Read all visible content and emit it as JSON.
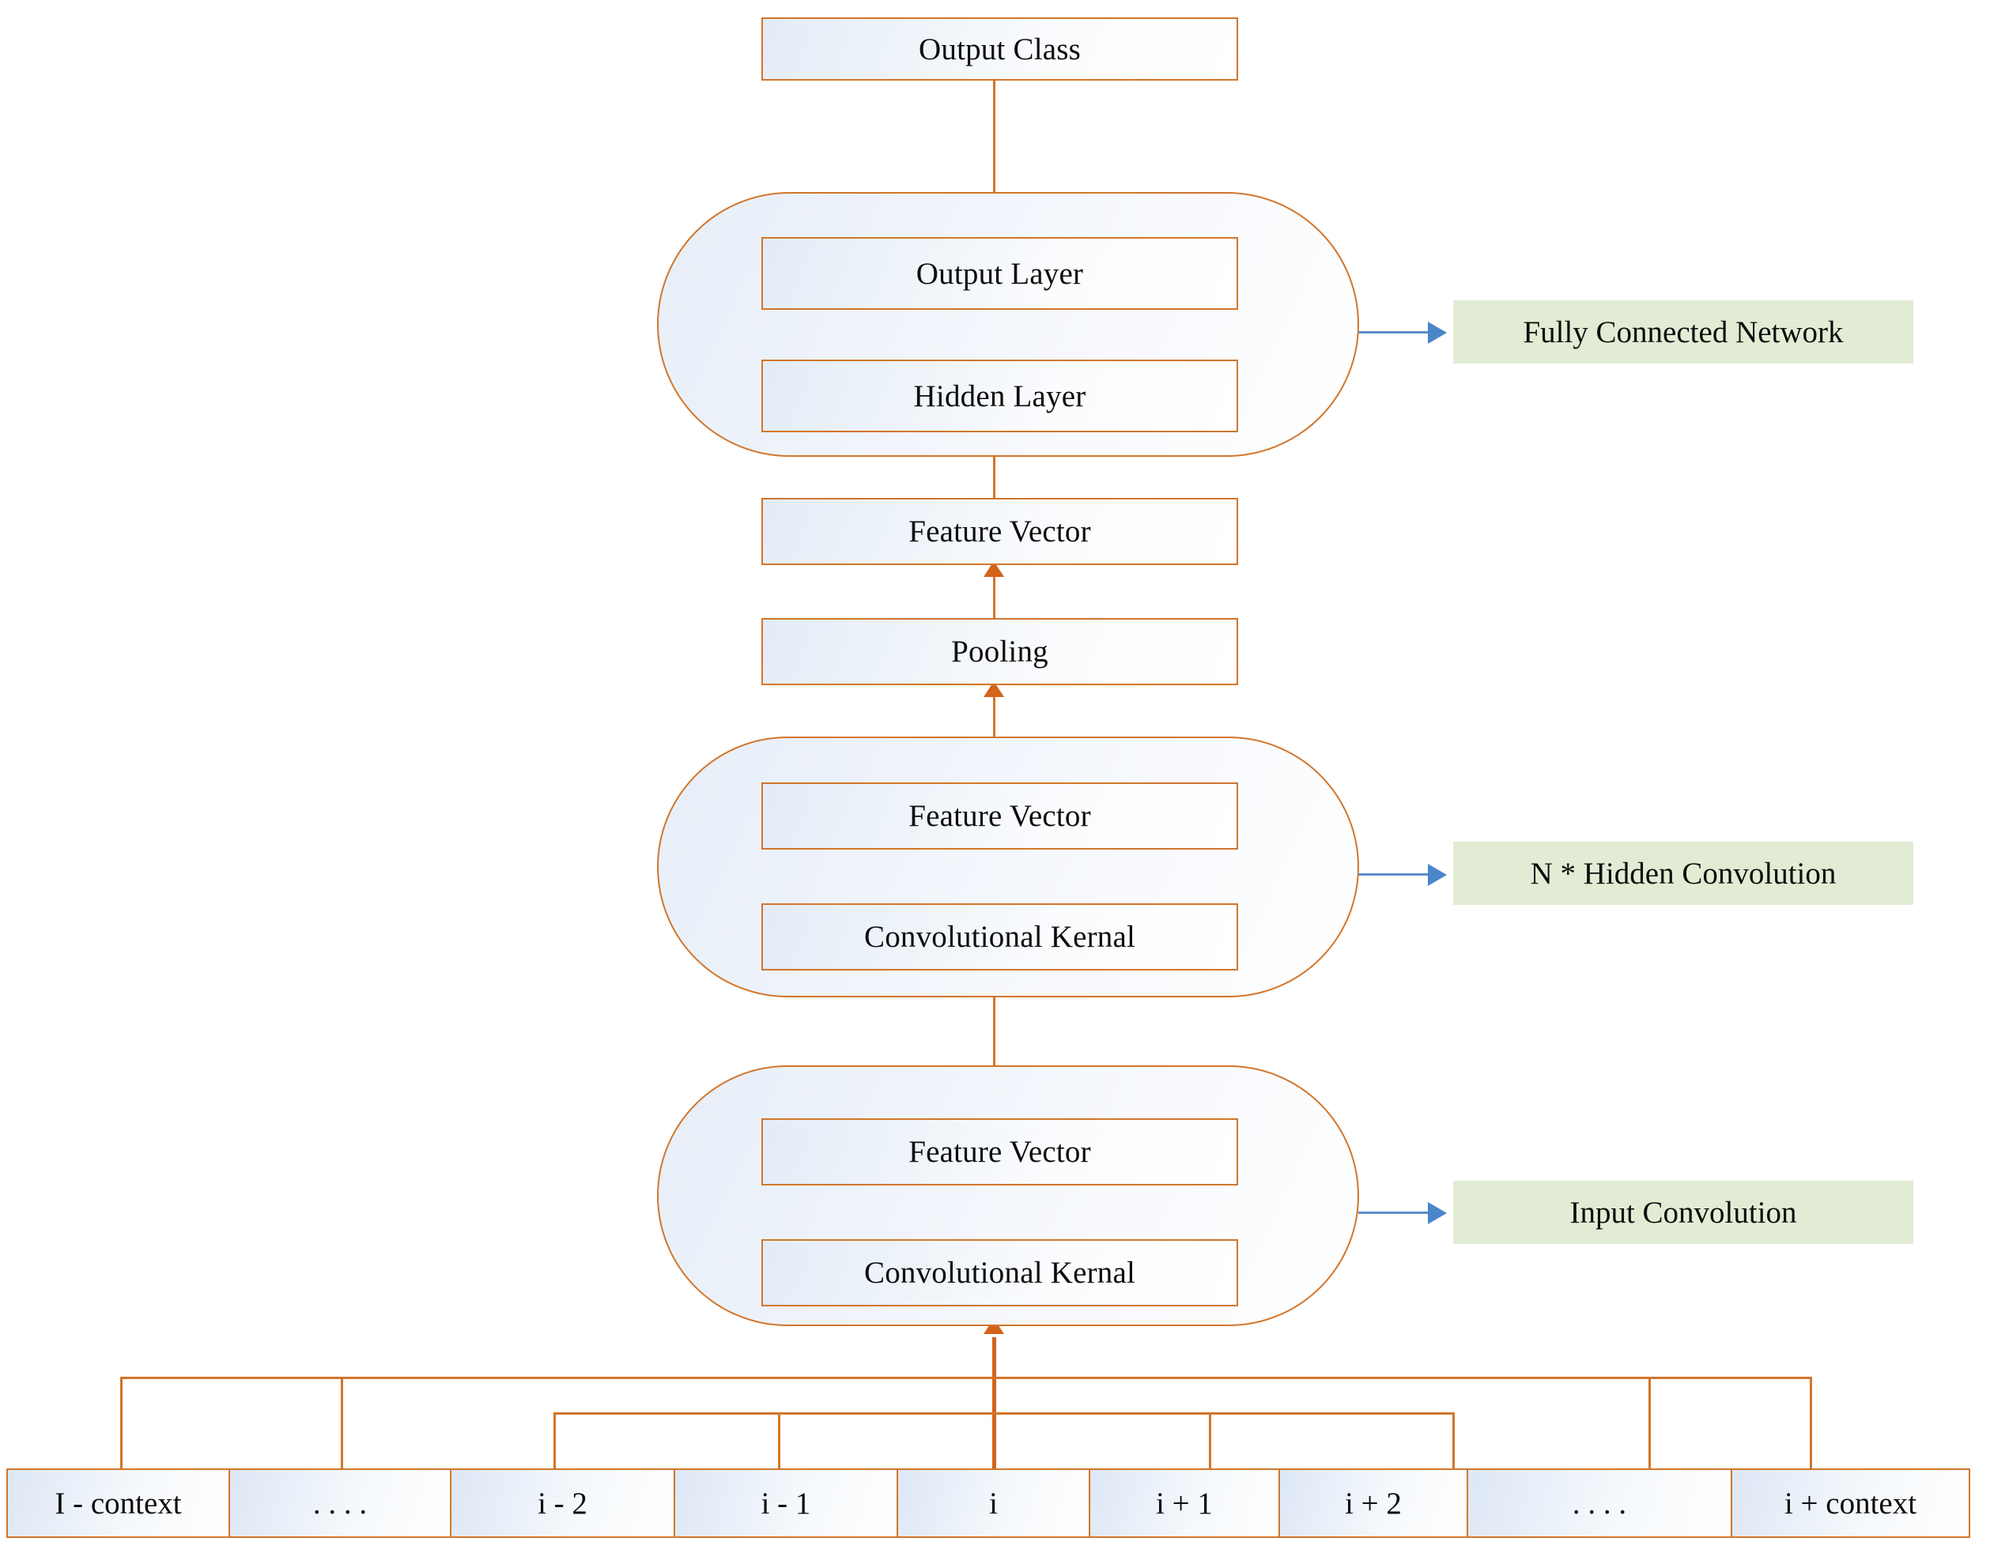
{
  "diagram": {
    "title": "CNN text classification architecture",
    "colors": {
      "node_border": "#d2762b",
      "connector": "#d4631b",
      "annotation_fill": "#e2ecd4",
      "annotation_arrow": "#4a86c8",
      "node_fill_start": "#e3ecf7",
      "node_fill_end": "#ffffff",
      "text": "#0d0d0d"
    }
  },
  "nodes": {
    "output_class": "Output Class",
    "output_layer": "Output Layer",
    "hidden_layer": "Hidden Layer",
    "feature_vector_fc": "Feature Vector",
    "pooling": "Pooling",
    "feature_vector_hidden": "Feature Vector",
    "convolutional_kernal_hidden": "Convolutional Kernal",
    "feature_vector_input": "Feature Vector",
    "convolutional_kernal_input": "Convolutional Kernal"
  },
  "annotations": {
    "fully_connected_network": "Fully Connected Network",
    "hidden_convolution": "N * Hidden Convolution",
    "input_convolution": "Input Convolution"
  },
  "input_tokens": [
    "I - context",
    ". . . .",
    "i - 2",
    "i - 1",
    "i",
    "i + 1",
    "i + 2",
    ". . . .",
    "i + context"
  ]
}
